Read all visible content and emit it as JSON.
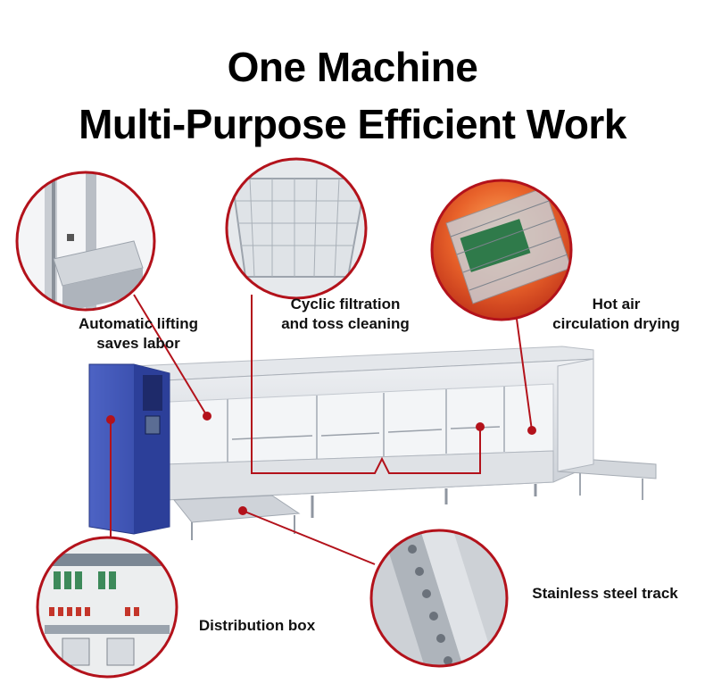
{
  "title": {
    "line1": "One Machine",
    "line2": "Multi-Purpose Efficient Work"
  },
  "callouts": {
    "lifting": {
      "line1": "Automatic lifting",
      "line2": "saves labor"
    },
    "filtration": {
      "line1": "Cyclic filtration",
      "line2": "and toss cleaning"
    },
    "drying": {
      "line1": "Hot air",
      "line2": "circulation drying"
    },
    "track": {
      "line1": "Stainless steel track"
    },
    "distribution": {
      "line1": "Distribution box"
    }
  },
  "colors": {
    "accent": "#b3121b",
    "circle_border": "#b3121b",
    "cabinet_blue": "#3f56b8",
    "steel": "#d9dde2"
  }
}
